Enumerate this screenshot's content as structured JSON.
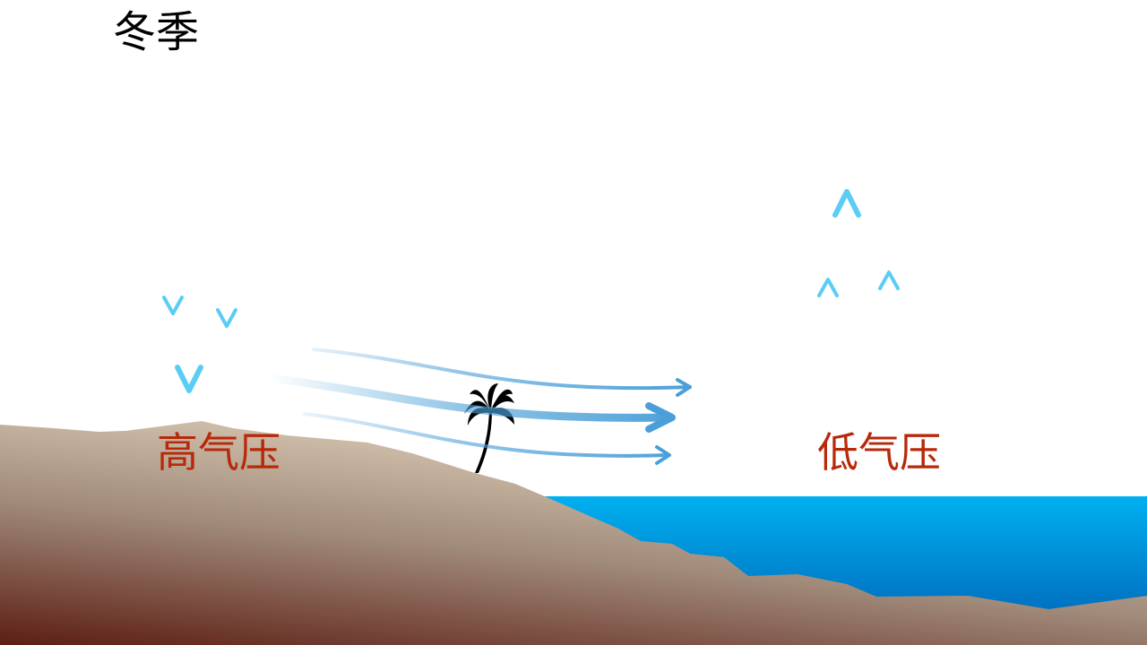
{
  "title": "冬季",
  "labels": {
    "high_pressure": "高气压",
    "low_pressure": "低气压"
  },
  "colors": {
    "arrow_light": "#5bcdf5",
    "arrow_wind": "#4a9fd8",
    "label": "#b8290a",
    "sea_top": "#00b0f0",
    "sea_bottom": "#0070c0",
    "land_light": "#d8c8b2",
    "land_dark": "#5a1a10"
  }
}
